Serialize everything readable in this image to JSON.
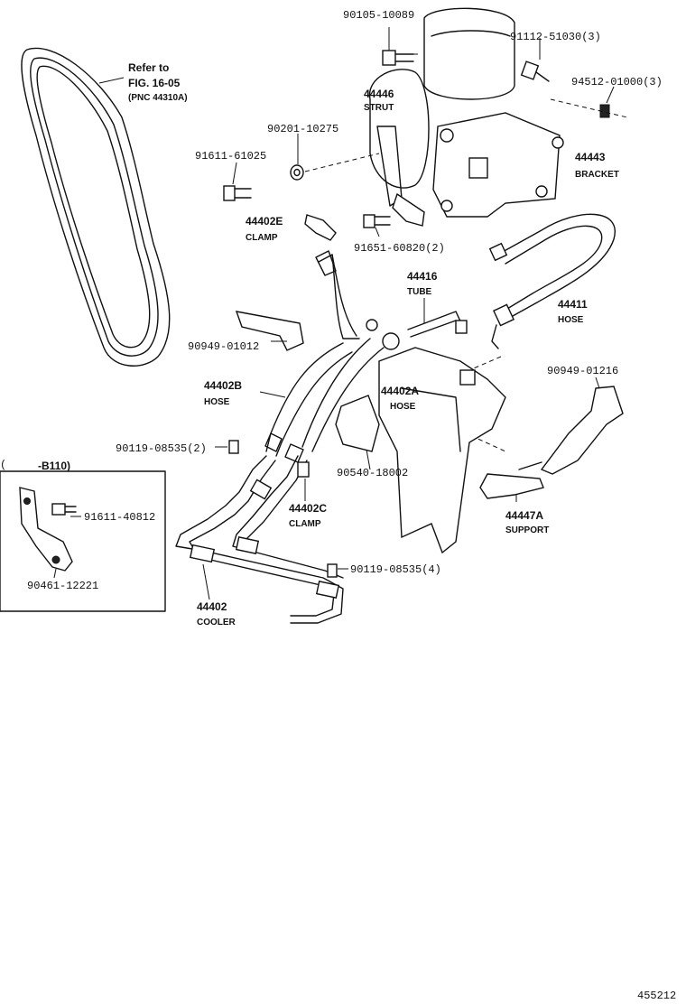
{
  "refer": {
    "line1": "Refer to",
    "line2": "FIG. 16-05",
    "line3": "(PNC 44310A)"
  },
  "labels": {
    "p90105": "90105-10089",
    "p91112": "91112-51030(3)",
    "p94512": "94512-01000(3)",
    "p44446": "44446",
    "p44446_name": "STRUT",
    "p90201": "90201-10275",
    "p44443": "44443",
    "p44443_name": "BRACKET",
    "p91611_61025": "91611-61025",
    "p44402E": "44402E",
    "p44402E_name": "CLAMP",
    "p91651": "91651-60820(2)",
    "p44416": "44416",
    "p44416_name": "TUBE",
    "p44411": "44411",
    "p44411_name": "HOSE",
    "p90949_01012": "90949-01012",
    "p44402B": "44402B",
    "p44402B_name": "HOSE",
    "p44402A": "44402A",
    "p44402A_name": "HOSE",
    "p90949_01216": "90949-01216",
    "p90119_2": "90119-08535(2)",
    "p90540": "90540-18002",
    "p44402C": "44402C",
    "p44402C_name": "CLAMP",
    "p44447A": "44447A",
    "p44447A_name": "SUPPORT",
    "p90119_4": "90119-08535(4)",
    "p44402": "44402",
    "p44402_name": "COOLER"
  },
  "inset": {
    "title": "-B110)",
    "open": "(",
    "p91611_40812": "91611-40812",
    "p90461": "90461-12221"
  },
  "diagram_id": "455212"
}
